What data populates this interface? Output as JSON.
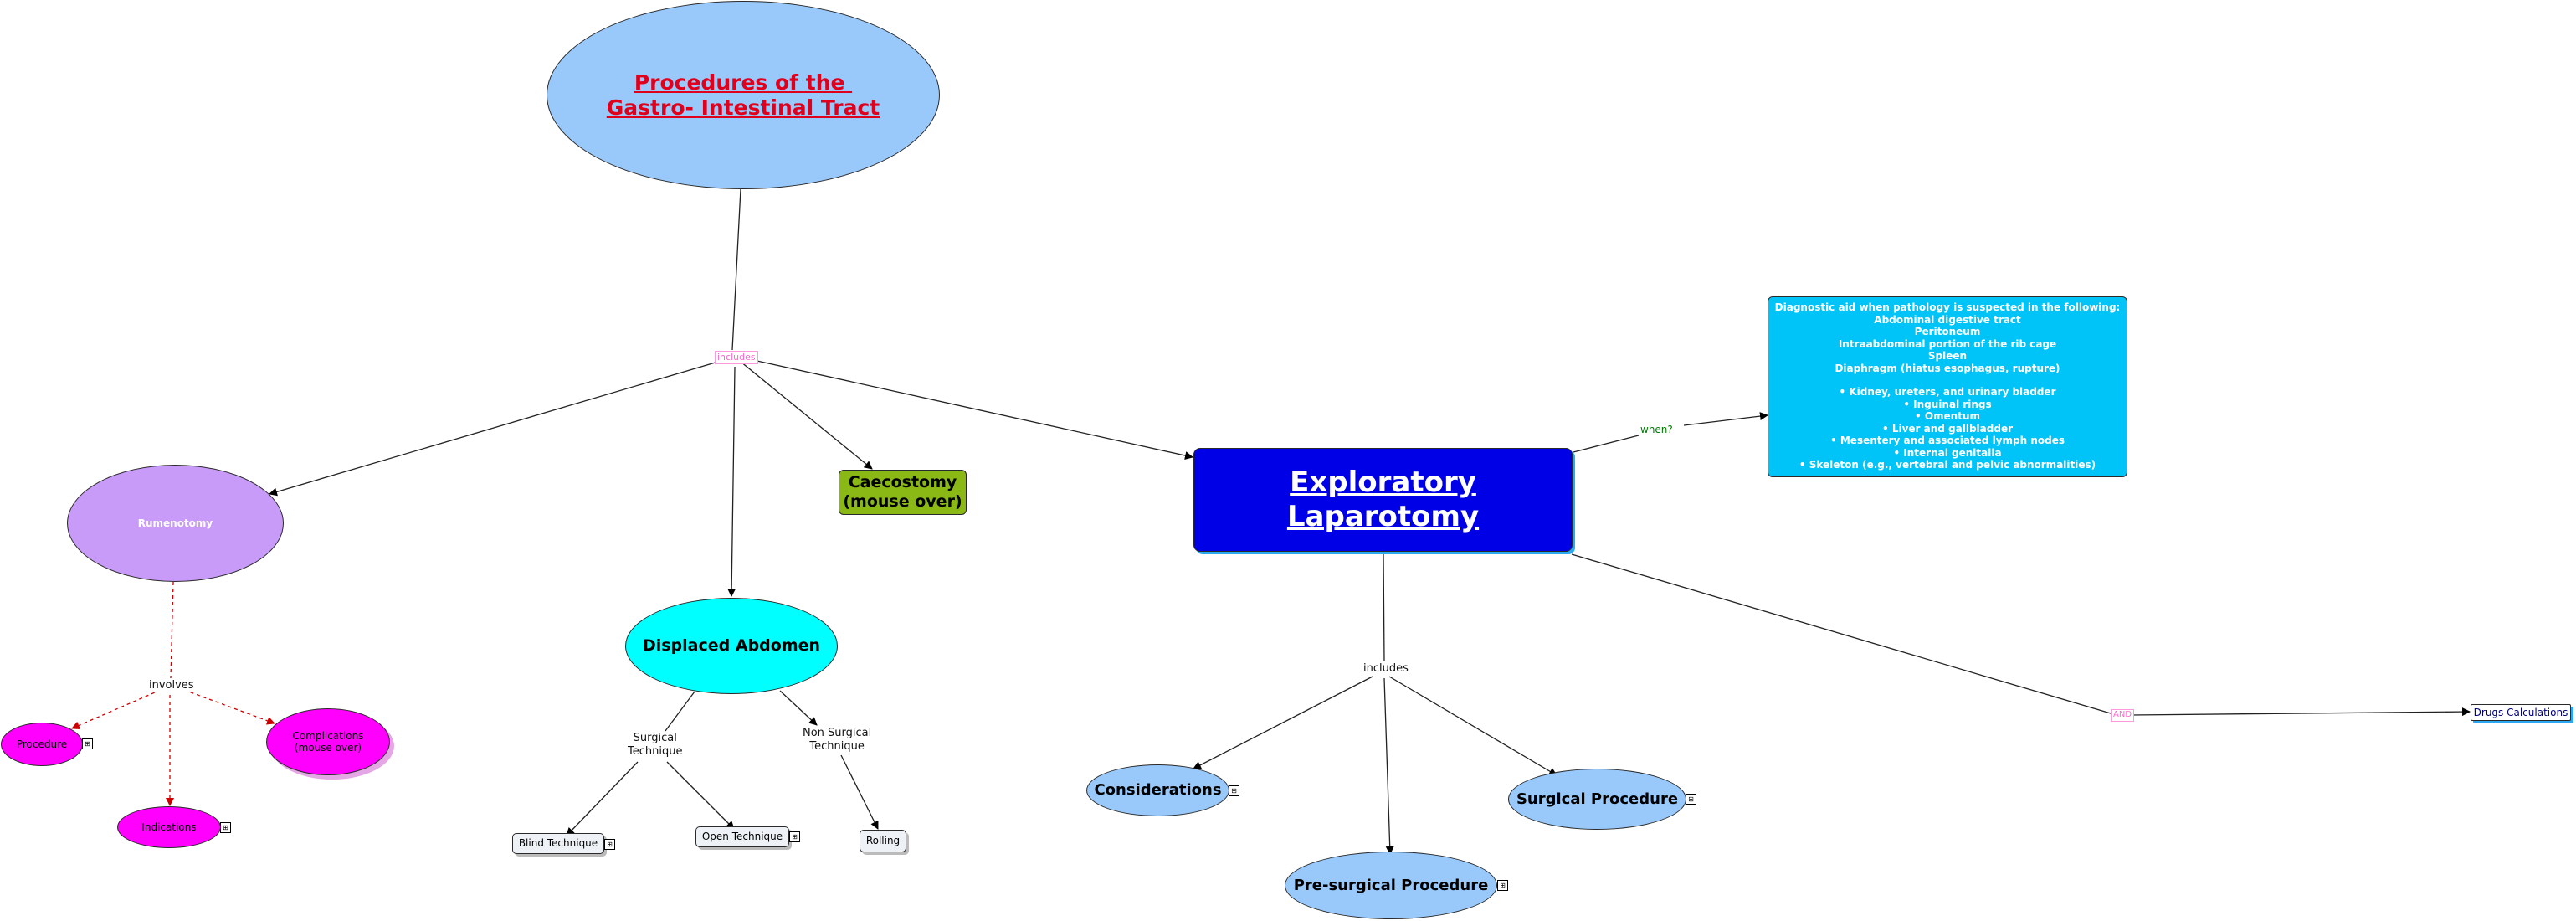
{
  "root": {
    "line1": "Procedures of the ",
    "line2": "Gastro- Intestinal Tract"
  },
  "hub_label": "includes",
  "nodes": {
    "rumenotomy": "Rumenotomy",
    "caecostomy": {
      "line1": "Caecostomy",
      "line2": "(mouse over)"
    },
    "displaced": "Displaced Abdomen",
    "exploratory": "Exploratory Laparotomy",
    "diagnostic": {
      "line1": "Diagnostic aid when pathology is suspected in the following:",
      "items": [
        "Abdominal digestive tract",
        "Peritoneum",
        "Intraabdominal portion of the rib cage",
        "Spleen",
        "Diaphragm (hiatus esophagus, rupture)"
      ],
      "bullets": [
        "• Kidney, ureters, and urinary bladder",
        "• Inguinal rings",
        "• Omentum",
        "• Liver and gallbladder",
        "• Mesentery and associated lymph nodes",
        "• Internal genitalia",
        "• Skeleton (e.g., vertebral and pelvic abnormalities)"
      ]
    },
    "procedure": "Procedure",
    "complications": {
      "line1": "Complications",
      "line2": "(mouse over)"
    },
    "indications": "Indications",
    "blind": "Blind Technique",
    "open": "Open Technique",
    "rolling": "Rolling",
    "considerations": "Considerations",
    "presurgical": "Pre-surgical Procedure",
    "surgical": "Surgical Procedure",
    "drugs": "Drugs Calculations"
  },
  "link_labels": {
    "involves": "involves",
    "surgical_technique": {
      "line1": "Surgical",
      "line2": "Technique"
    },
    "non_surgical_technique": {
      "line1": "Non Surgical",
      "line2": "Technique"
    },
    "includes": "includes",
    "when": "when?",
    "and": "AND"
  },
  "expand_marker": "⊞",
  "colors": {
    "root_fill": "#99c9fb",
    "root_text": "#e0001b",
    "rumenotomy_fill": "#c79bf7",
    "caecostomy_fill": "#8ab814",
    "displaced_fill": "#00ffff",
    "exploratory_fill": "#0000e6",
    "diagnostic_fill": "#00c4f7",
    "magenta_fill": "#ff00ff",
    "light_blue_fill": "#99c9fb",
    "gray_box_fill": "#eef2f6",
    "dashed_red": "#cc0000",
    "when_text": "#007a00",
    "hub_text": "#ff66cc"
  }
}
